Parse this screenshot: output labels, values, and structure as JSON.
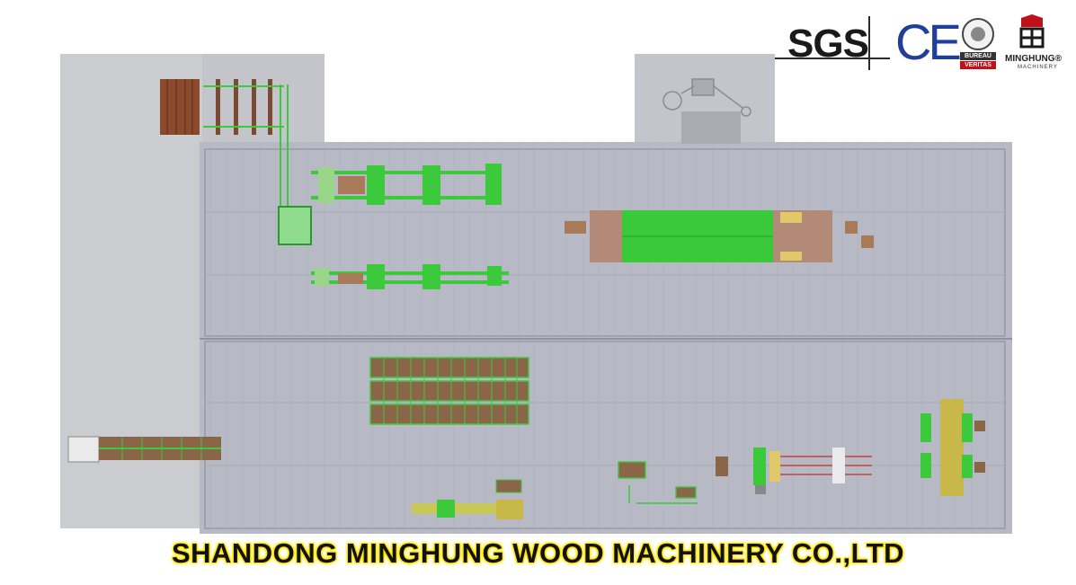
{
  "certifications": {
    "sgs": "SGS",
    "ce": "CE",
    "bureau_veritas": {
      "line1": "BUREAU",
      "line2": "VERITAS"
    },
    "brand": {
      "name": "MINGHUNG",
      "sub": "MACHINERY",
      "mark": "®"
    }
  },
  "company_name": "SHANDONG MINGHUNG WOOD MACHINERY CO.,LTD",
  "colors": {
    "machine_green": "#3cc93c",
    "wood_brown": "#8b5a3c",
    "accent_yellow": "#ffe600",
    "building_gray": "#b4b7c2",
    "outer_gray": "#cfd0d4"
  }
}
